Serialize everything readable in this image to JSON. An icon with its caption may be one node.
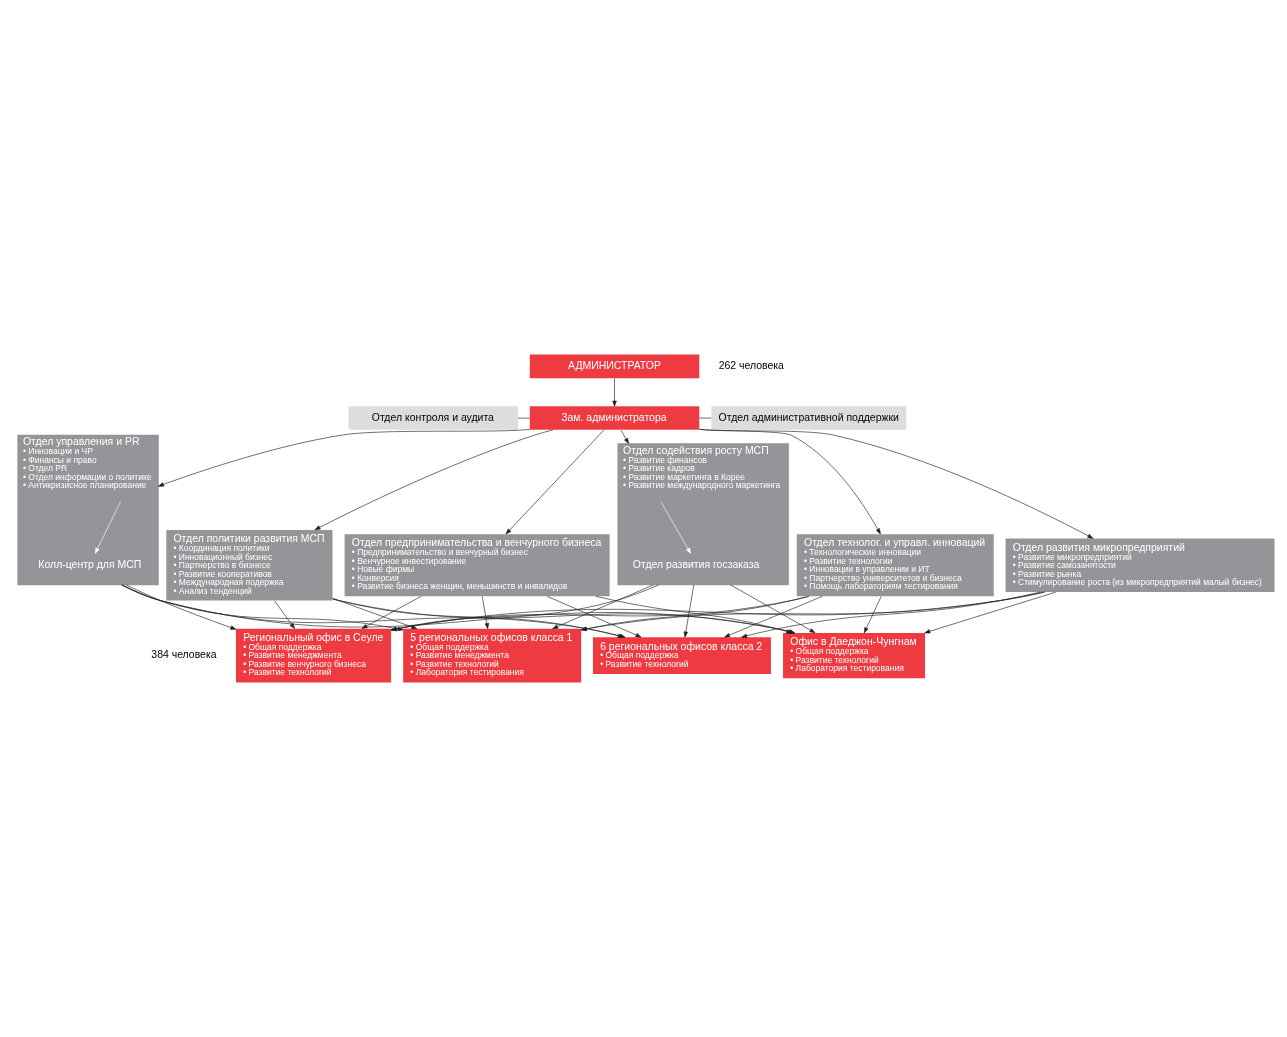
{
  "diagram": {
    "nodes": [
      {
        "text": [
          "АДМИНИСТРАТОР"
        ]
      },
      {
        "text": [
          "Отдел контроля и аудита"
        ]
      },
      {
        "text": [
          "Зам. администратора"
        ]
      },
      {
        "text": [
          "Отдел административной поддержки"
        ]
      },
      {
        "text": [
          "Отдел управления и PR",
          "• Инновации и ЧР",
          "• Финансы и право",
          "• Отдел PR",
          "• Отдел информации о политике",
          "• Антикризисное планирование"
        ]
      },
      {
        "text": [
          "Колл-центр для МСП"
        ],
        "in": 4
      },
      {
        "text": [
          "Отдел политики развития МСП",
          "• Координация политики",
          "• Инновационный бизнес",
          "• Партнерство в бизнесе",
          "• Развитие кооперативов",
          "• Международная подержка",
          "• Анализ тенденций"
        ]
      },
      {
        "text": [
          "Отдел предпринимательства и венчурного бизнеса",
          "• Предпринимательство и венчурный бизнес",
          "• Венчурное инвестирование",
          "• Новые фирмы",
          "• Конверсия",
          "• Развитие бизнеса женщин, меньшинств и инвалидов"
        ]
      },
      {
        "text": [
          "Отдел содействия росту МСП",
          "• Развитие финансов",
          "• Развитие кадров",
          "• Развитие маркетинга в Корее",
          "• Развитие международного маркетинга"
        ]
      },
      {
        "text": [
          "Отдел развития госзаказа"
        ],
        "in": 8
      },
      {
        "text": [
          "Отдел технолог. и управл. инноваций",
          "• Технологические инновации",
          "• Развитие технологии",
          "• Инновации в управлении и ИТ",
          "• Партнерство университетов и бизнеса",
          "• Помощь лабораториям тестирования"
        ]
      },
      {
        "text": [
          "Отдел развития микропредприятий",
          "• Развитие микропредприятий",
          "• Развитие самозанятости",
          "• Развитие рынка",
          "• Стимулирование роста (из микропредприятий малый бизнес)"
        ]
      },
      {
        "text": [
          "Региональный офис в Сеуле",
          "• Общая поддержка",
          "• Развитие менеджмента",
          "• Развитие венчурного бизнеса",
          "• Развитие технологий"
        ]
      },
      {
        "text": [
          "5 региональных офисов класса 1",
          "• Общая поддержка",
          "• Развитие менеджмента",
          "• Развитие технологий",
          "• Лаборатория тестирования"
        ]
      },
      {
        "text": [
          "6 региональных офисов класса 2",
          "• Общая поддержка",
          "• Развитие технологий"
        ]
      },
      {
        "text": [
          "Офис в Даеджон-Чунгнам",
          "• Общая поддержка",
          "• Развитие технологий",
          "• Лаборатория тестирования"
        ]
      }
    ],
    "edges": [
      {
        "from": 0,
        "to": 2,
        "arrow": "to"
      },
      {
        "from": 1,
        "to": 2,
        "arrow": "none"
      },
      {
        "from": 2,
        "to": 3,
        "arrow": "none"
      },
      {
        "from": 2,
        "to": 4,
        "arrow": "to"
      },
      {
        "from": 2,
        "to": 6,
        "arrow": "to"
      },
      {
        "from": 2,
        "to": 7,
        "arrow": "to"
      },
      {
        "from": 2,
        "to": 8,
        "arrow": "to"
      },
      {
        "from": 2,
        "to": 10,
        "arrow": "to"
      },
      {
        "from": 2,
        "to": 11,
        "arrow": "to"
      },
      {
        "from": null,
        "to": 5,
        "arrow": "to",
        "color": "#ffffff"
      },
      {
        "from": null,
        "to": 9,
        "arrow": "to",
        "color": "#ffffff"
      },
      {
        "from": 4,
        "to": 12,
        "arrow": "to"
      },
      {
        "from": 4,
        "to": 13,
        "arrow": "to"
      },
      {
        "from": 4,
        "to": 14,
        "arrow": "to"
      },
      {
        "from": 4,
        "to": 15,
        "arrow": "to"
      },
      {
        "from": 6,
        "to": 12,
        "arrow": "to"
      },
      {
        "from": 6,
        "to": 13,
        "arrow": "to"
      },
      {
        "from": 6,
        "to": 14,
        "arrow": "to"
      },
      {
        "from": 6,
        "to": 15,
        "arrow": "to"
      },
      {
        "from": 7,
        "to": 12,
        "arrow": "to"
      },
      {
        "from": 7,
        "to": 13,
        "arrow": "to"
      },
      {
        "from": 7,
        "to": 14,
        "arrow": "to"
      },
      {
        "from": 7,
        "to": 15,
        "arrow": "to"
      },
      {
        "from": 8,
        "to": 12,
        "arrow": "to"
      },
      {
        "from": 8,
        "to": 13,
        "arrow": "to"
      },
      {
        "from": 8,
        "to": 14,
        "arrow": "to"
      },
      {
        "from": 8,
        "to": 15,
        "arrow": "to"
      },
      {
        "from": 10,
        "to": 12,
        "arrow": "to"
      },
      {
        "from": 10,
        "to": 13,
        "arrow": "to"
      },
      {
        "from": 10,
        "to": 14,
        "arrow": "to"
      },
      {
        "from": 10,
        "to": 15,
        "arrow": "to"
      },
      {
        "from": 11,
        "to": 12,
        "arrow": "to"
      },
      {
        "from": 11,
        "to": 13,
        "arrow": "to"
      },
      {
        "from": 11,
        "to": 14,
        "arrow": "to"
      },
      {
        "from": 11,
        "to": 15,
        "arrow": "to"
      }
    ],
    "labels": [
      "262 человека",
      "384 человека"
    ]
  }
}
